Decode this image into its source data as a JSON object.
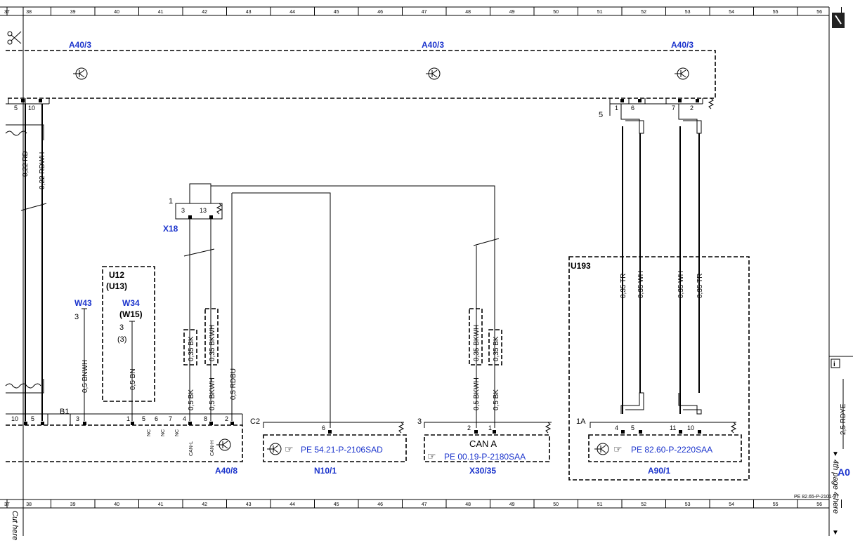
{
  "ruler": {
    "numbers": [
      "37",
      "38",
      "39",
      "40",
      "41",
      "42",
      "43",
      "44",
      "45",
      "46",
      "47",
      "48",
      "49",
      "50",
      "51",
      "52",
      "53",
      "54",
      "55",
      "56"
    ]
  },
  "labels": {
    "a40_3_left": "A40/3",
    "a40_3_mid": "A40/3",
    "a40_3_right": "A40/3",
    "x18": "X18",
    "u12": "U12",
    "u13": "(U13)",
    "w43": "W43",
    "w34": "W34",
    "w15": "(W15)",
    "u193": "U193",
    "a40_8": "A40/8",
    "n10_1": "N10/1",
    "x30_35": "X30/35",
    "a90_1": "A90/1",
    "can_a": "CAN A",
    "b1": "B1",
    "c2": "C2",
    "conn_3": "3",
    "conn_1a": "1A",
    "conn_5": "5",
    "conn_1": "1",
    "ref_code": "PE 82.65-P-2101-97",
    "cut_here": "Cut here",
    "info_ref": "A0"
  },
  "references": {
    "n10_1": "PE 54.21-P-2106SAD",
    "x30_35": "PE 00.19-P-2180SAA",
    "a90_1": "PE 82.60-P-2220SAA",
    "side": "4th page 4 here"
  },
  "wires": {
    "w1": "0,22 RD",
    "w2": "0,22 RDWH",
    "w3": "0,5 BNWH",
    "w4": "0,5 BN",
    "w5": "0,5 BK",
    "w6": "0,35 BK",
    "w7": "0,5 BKWH",
    "w8": "0,35 BKWH",
    "w9": "0,5 RDBU",
    "w10": "0,5 BKWH",
    "w11": "0,35 BKWH",
    "w12": "0,5 BK",
    "w13": "0,35 BK",
    "w14": "0,35 TR",
    "w15": "0,35 WH",
    "w16": "0,35 WH",
    "w17": "0,35 TR",
    "w18": "2,5 RDYE"
  },
  "pins": {
    "top_5": "5",
    "top_10": "10",
    "x18_3": "3",
    "x18_13": "13",
    "r_1": "1",
    "r_6": "6",
    "r_7": "7",
    "r_2": "2",
    "b_10": "10",
    "b_5": "5",
    "b1_3": "3",
    "b1_1": "1",
    "b1_5": "5",
    "b1_6": "6",
    "b1_7": "7",
    "b1_4": "4",
    "b1_8": "8",
    "b1_2": "2",
    "c2_6": "6",
    "x30_2": "2",
    "x30_1": "1",
    "a90_4": "4",
    "a90_5": "5",
    "a90_11": "11",
    "a90_10": "10",
    "w43_3": "3",
    "w34_3": "3",
    "w34_3p": "(3)",
    "nc1": "NC",
    "nc2": "NC",
    "nc3": "NC",
    "can_l": "CAN-L",
    "can_h": "CAN-H"
  },
  "icons": {
    "scissors": "scissors-icon",
    "transistor": "transistor-icon",
    "pointer": "pointing-hand-icon",
    "info": "info-icon",
    "clip": "clip-icon"
  },
  "colors": {
    "ref_blue": "#1a33cc",
    "line": "#000000"
  }
}
